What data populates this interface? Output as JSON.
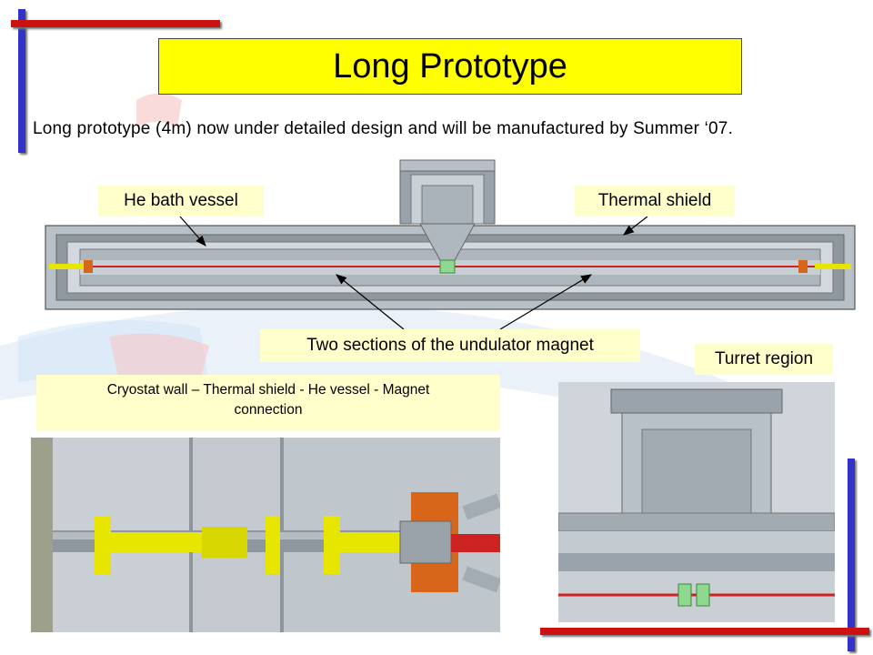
{
  "slide": {
    "title": "Long Prototype",
    "intro": "Long prototype (4m) now under detailed design and will be manufactured by Summer ‘07.",
    "labels": {
      "he_bath_vessel": "He bath vessel",
      "thermal_shield": "Thermal shield",
      "undulator_sections": "Two sections of the undulator magnet",
      "turret_region": "Turret region",
      "connection_caption": "Cryostat wall – Thermal shield - He vessel - Magnet connection"
    },
    "colors": {
      "title_background": "#ffff00",
      "label_background": "#ffffcc",
      "accent_bar_vertical": "#3333cc",
      "accent_bar_horizontal": "#cc1111",
      "magnet_red": "#cc2222",
      "cryostat_grey": "#9aa3ab"
    }
  }
}
